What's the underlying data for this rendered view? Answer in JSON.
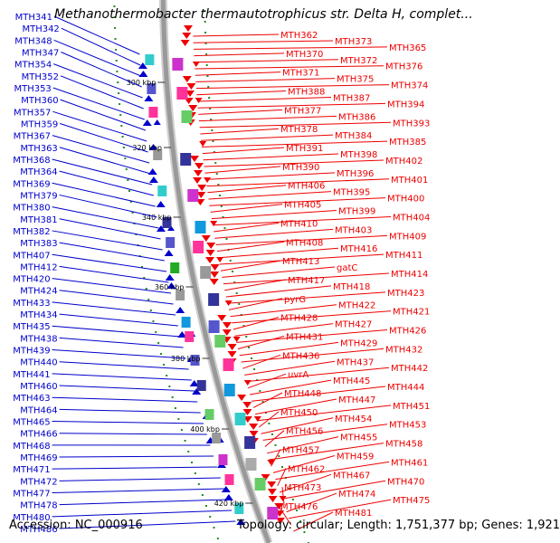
{
  "title": "Methanothermobacter thermautotrophicus str. Delta H, complet...",
  "footer": {
    "accession": "Accession: NC_000916",
    "summary": "Topology: circular; Length: 1,751,377 bp; Genes: 1,921"
  },
  "colors": {
    "left_strand": "#0000cc",
    "right_strand": "#ee0000",
    "backbone": "#999999",
    "tick": "#228b22"
  },
  "scale_labels": [
    "300 kbp",
    "320 kbp",
    "340 kbp",
    "360 kbp",
    "380 kbp",
    "400 kbp",
    "420 kbp"
  ],
  "left_labels": [
    "MTH341",
    "MTH342",
    "MTH348",
    "MTH347",
    "MTH354",
    "MTH352",
    "MTH353",
    "MTH360",
    "MTH357",
    "MTH359",
    "MTH367",
    "MTH363",
    "MTH368",
    "MTH364",
    "MTH369",
    "MTH379",
    "MTH380",
    "MTH381",
    "MTH382",
    "MTH383",
    "MTH407",
    "MTH412",
    "MTH420",
    "MTH424",
    "MTH433",
    "MTH434",
    "MTH435",
    "MTH438",
    "MTH439",
    "MTH440",
    "MTH441",
    "MTH460",
    "MTH463",
    "MTH464",
    "MTH465",
    "MTH466",
    "MTH468",
    "MTH469",
    "MTH471",
    "MTH472",
    "MTH477",
    "MTH478",
    "MTH480",
    "MTH486"
  ],
  "right_labels": [
    "MTH362",
    "MTH373",
    "MTH365",
    "MTH370",
    "MTH372",
    "MTH376",
    "MTH371",
    "MTH375",
    "MTH374",
    "MTH388",
    "MTH387",
    "MTH394",
    "MTH377",
    "MTH386",
    "MTH393",
    "MTH378",
    "MTH384",
    "MTH385",
    "MTH391",
    "MTH398",
    "MTH402",
    "MTH390",
    "MTH396",
    "MTH401",
    "MTH406",
    "MTH395",
    "MTH400",
    "MTH405",
    "MTH399",
    "MTH404",
    "MTH410",
    "MTH403",
    "MTH409",
    "MTH408",
    "MTH416",
    "MTH411",
    "MTH413",
    "gatC",
    "MTH414",
    "MTH417",
    "MTH418",
    "MTH423",
    "pyrG",
    "MTH422",
    "MTH421",
    "MTH428",
    "MTH427",
    "MTH426",
    "MTH431",
    "MTH429",
    "MTH432",
    "MTH436",
    "MTH437",
    "MTH442",
    "uvrA",
    "MTH445",
    "MTH444",
    "MTH448",
    "MTH447",
    "MTH451",
    "MTH450",
    "MTH454",
    "MTH453",
    "MTH456",
    "MTH455",
    "MTH458",
    "MTH457",
    "MTH459",
    "MTH461",
    "MTH462",
    "MTH467",
    "MTH470",
    "MTH473",
    "MTH474",
    "MTH475",
    "MTH476",
    "MTH481"
  ]
}
